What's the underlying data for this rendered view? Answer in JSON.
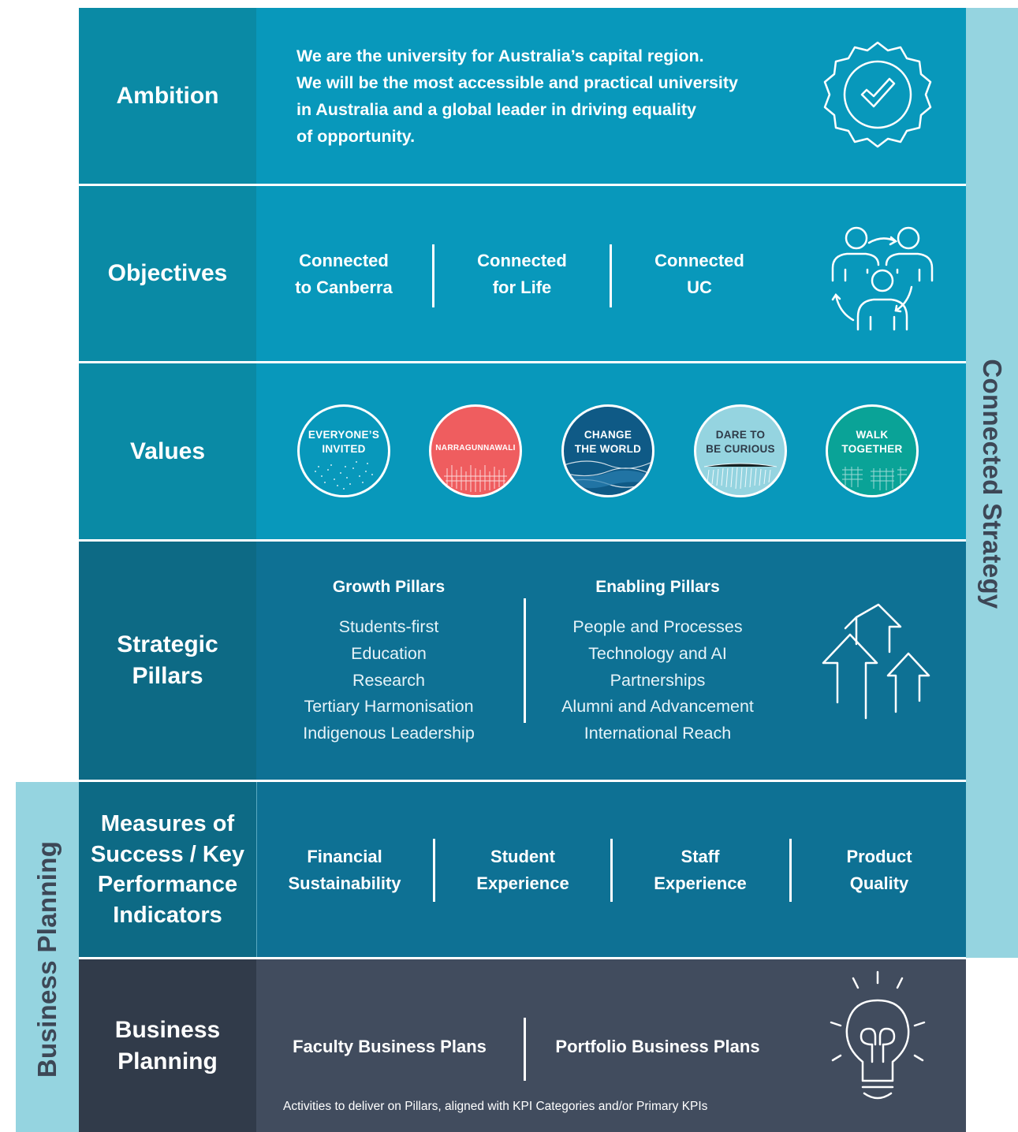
{
  "side_labels": {
    "connected_strategy": "Connected Strategy",
    "business_planning": "Business Planning"
  },
  "ambition": {
    "label": "Ambition",
    "lines": [
      "We are the university for Australia’s capital region.",
      "We will be the most accessible and practical university",
      "in Australia and a global leader in driving equality",
      "of opportunity."
    ],
    "icon": "badge-check-icon"
  },
  "objectives": {
    "label": "Objectives",
    "items": [
      {
        "line1": "Connected",
        "line2": "to Canberra"
      },
      {
        "line1": "Connected",
        "line2": "for Life"
      },
      {
        "line1": "Connected",
        "line2": "UC"
      }
    ],
    "icon": "people-connected-icon"
  },
  "values": {
    "label": "Values",
    "items": [
      {
        "line1": "EVERYONE’S",
        "line2": "INVITED",
        "color": "#0898bb"
      },
      {
        "line1": "NARRAGUNNAWALI",
        "line2": "",
        "color": "#ef5d5f"
      },
      {
        "line1": "CHANGE",
        "line2": "THE WORLD",
        "color": "#0f5a86"
      },
      {
        "line1": "DARE TO",
        "line2": "BE CURIOUS",
        "color": "#95d4e0"
      },
      {
        "line1": "WALK",
        "line2": "TOGETHER",
        "color": "#0aa397"
      }
    ]
  },
  "pillars": {
    "label_line1": "Strategic",
    "label_line2": "Pillars",
    "growth": {
      "heading": "Growth Pillars",
      "items": [
        "Students-first",
        "Education",
        "Research",
        "Tertiary Harmonisation",
        "Indigenous Leadership"
      ]
    },
    "enabling": {
      "heading": "Enabling Pillars",
      "items": [
        "People and Processes",
        "Technology and AI",
        "Partnerships",
        "Alumni and Advancement",
        "International Reach"
      ]
    },
    "icon": "arrows-up-icon"
  },
  "kpi": {
    "label_lines": [
      "Measures of",
      "Success / Key",
      "Performance",
      "Indicators"
    ],
    "items": [
      {
        "line1": "Financial",
        "line2": "Sustainability"
      },
      {
        "line1": "Student",
        "line2": "Experience"
      },
      {
        "line1": "Staff",
        "line2": "Experience"
      },
      {
        "line1": "Product",
        "line2": "Quality"
      }
    ]
  },
  "business_planning": {
    "label_line1": "Business",
    "label_line2": "Planning",
    "items": [
      "Faculty Business Plans",
      "Portfolio Business Plans"
    ],
    "footnote": "Activities to deliver on Pillars, aligned with KPI Categories and/or Primary KPIs",
    "icon": "lightbulb-icon"
  }
}
